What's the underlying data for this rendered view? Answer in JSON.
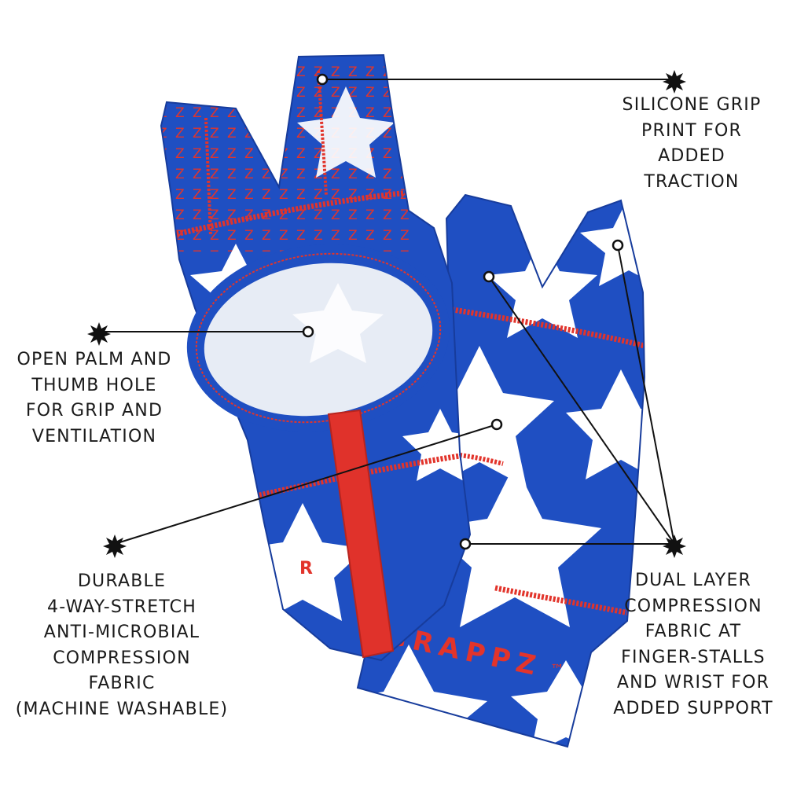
{
  "colors": {
    "background": "#ffffff",
    "fabric_blue": "#1f4fc2",
    "fabric_blue_dark": "#173c9c",
    "star_white": "#ffffff",
    "stitch_red": "#e2342b",
    "strap_red": "#e0322b",
    "mesh": "#e7ecf5",
    "line": "#111111"
  },
  "icons": {
    "marker": "star-burst-icon"
  },
  "callouts": {
    "grip": {
      "lines": [
        "SILICONE GRIP",
        "PRINT FOR",
        "ADDED",
        "TRACTION"
      ]
    },
    "palm": {
      "lines": [
        "OPEN PALM AND",
        "THUMB HOLE",
        "FOR GRIP AND",
        "VENTILATION"
      ]
    },
    "fabric": {
      "lines": [
        "DURABLE",
        "4-WAY-STRETCH",
        "ANTI-MICROBIAL",
        "COMPRESSION",
        "FABRIC",
        "(MACHINE WASHABLE)"
      ]
    },
    "dual_layer": {
      "lines": [
        "DUAL LAYER",
        "COMPRESSION",
        "FABRIC AT",
        "FINGER-STALLS",
        "AND WRIST FOR",
        "ADDED SUPPORT"
      ]
    }
  },
  "product": {
    "brand": "GRAPPZ",
    "trademark": "™",
    "side_mark": "R",
    "pattern_letter": "Z"
  }
}
